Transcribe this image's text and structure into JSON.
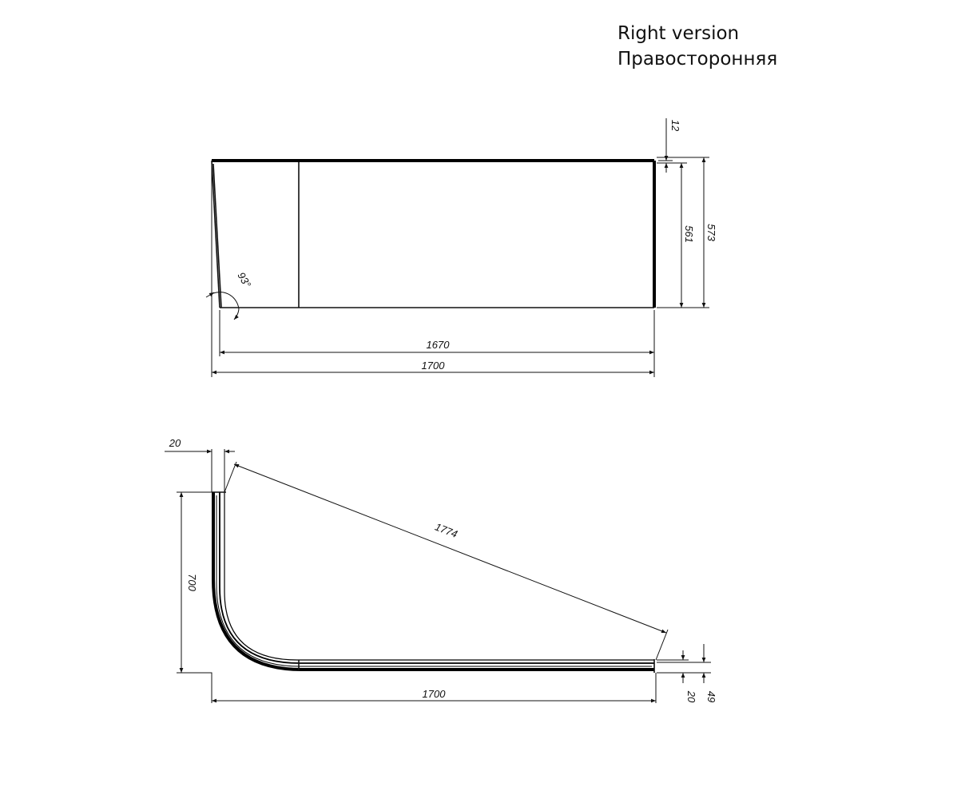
{
  "title": {
    "line1": "Right version",
    "line2": "Правосторонняя"
  },
  "front_view": {
    "dim_12": "12",
    "dim_561": "561",
    "dim_573": "573",
    "dim_1670": "1670",
    "dim_1700": "1700",
    "angle": "93°"
  },
  "top_view": {
    "dim_20_top": "20",
    "dim_1774": "1774",
    "dim_700": "700",
    "dim_1700": "1700",
    "dim_20_right": "20",
    "dim_49": "49"
  }
}
